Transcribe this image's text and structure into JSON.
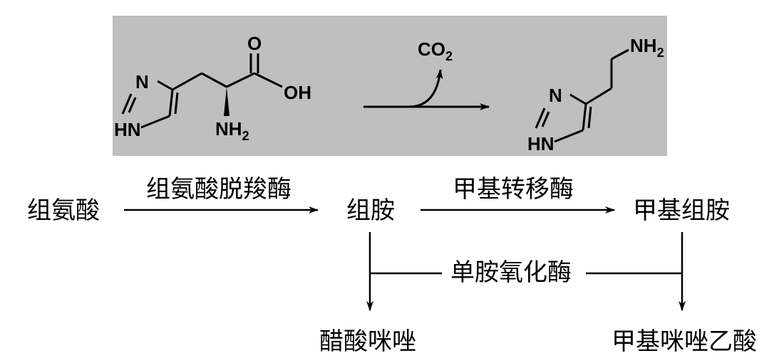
{
  "colors": {
    "panel_bg": "#bfbfbf",
    "ink": "#000000"
  },
  "reaction_panel": {
    "histidine": {
      "n_top": "N",
      "hn": "HN",
      "oxygen": "O",
      "oh": "OH",
      "nh2": "NH",
      "nh2_sub": "2"
    },
    "byproduct": {
      "co": "CO",
      "co_sub": "2"
    },
    "histamine": {
      "nh2": "NH",
      "nh2_sub": "2",
      "n_top": "N",
      "hn": "HN"
    }
  },
  "pathway": {
    "histidine": "组氨酸",
    "enzyme_decarboxylase": "组氨酸脱羧酶",
    "histamine": "组胺",
    "enzyme_methyltransferase": "甲基转移酶",
    "methylhistamine": "甲基组胺",
    "enzyme_mao": "单胺氧化酶",
    "imidazole_acetic_acid": "醋酸咪唑",
    "methylimidazole_acetic_acid": "甲基咪唑乙酸"
  }
}
